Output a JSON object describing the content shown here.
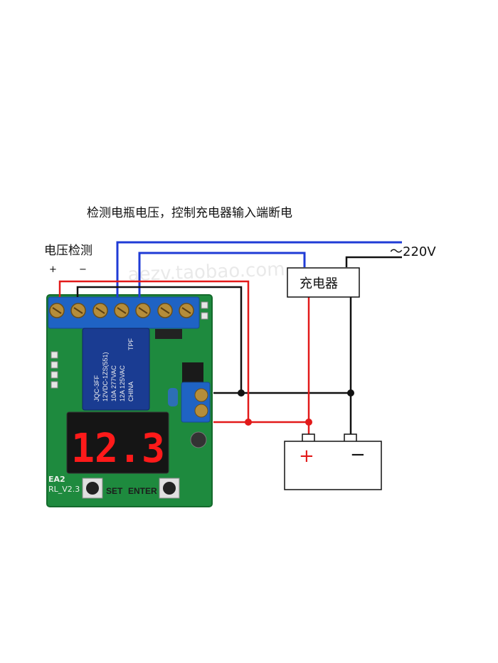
{
  "title": "检测电瓶电压，控制充电器输入端断电",
  "voltage_detect_label": "电压检测",
  "plus_label": "+",
  "minus_label": "−",
  "ac_label": "～220V",
  "charger_label": "充电器",
  "battery": {
    "plus": "+",
    "minus": "−"
  },
  "display_value": "12.3",
  "buttons": {
    "set": "SET",
    "enter": "ENTER"
  },
  "pcb_text": {
    "model": "EA2",
    "version": "RL_V2.3"
  },
  "relay_text": [
    "JQC-3FF",
    "12VDC-1ZS(551)",
    "10A 277VAC",
    "12A 125VAC",
    "CHINA",
    "TPF"
  ],
  "watermark": "aezv.taobao.com",
  "colors": {
    "blue_wire": "#1f3bd6",
    "red_wire": "#e21a1a",
    "black_wire": "#111111",
    "pcb": "#1e8a3e",
    "terminal": "#1f63c4"
  }
}
